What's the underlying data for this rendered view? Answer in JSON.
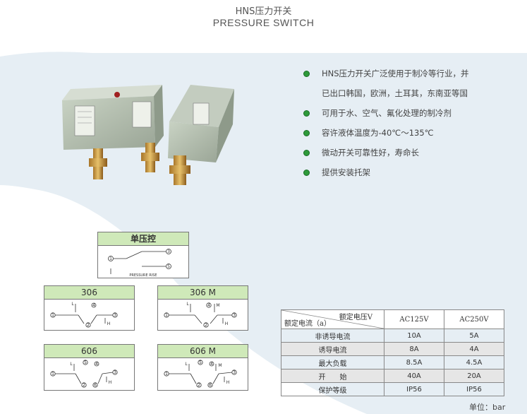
{
  "header": {
    "title_cn": "HNS压力开关",
    "title_en": "PRESSURE SWITCH"
  },
  "features": [
    "HNS压力开关广泛使用于制冷等行业，并",
    "已出口韩国，欧洲，土耳其，东南亚等国",
    "可用于水、空气、氟化处理的制冷剂",
    "容许液体温度为-40℃～135℃",
    "微动开关可靠性好，寿命长",
    "提供安装托架"
  ],
  "diagrams": {
    "single": {
      "title": "单压控",
      "labels": [
        "1",
        "3",
        "5"
      ],
      "caption": "PRESSURE RISE"
    },
    "d306": {
      "title": "306",
      "labels": [
        "1",
        "L",
        "4",
        "3",
        "2",
        "H"
      ]
    },
    "d306m": {
      "title": "306  M",
      "labels": [
        "1",
        "L",
        "4",
        "M",
        "3",
        "2",
        "H"
      ]
    },
    "d606": {
      "title": "606",
      "labels": [
        "1",
        "L",
        "5",
        "4",
        "3",
        "2",
        "6",
        "H"
      ]
    },
    "d606m": {
      "title": "606  M",
      "labels": [
        "1",
        "L",
        "5",
        "4",
        "M",
        "3",
        "2",
        "6",
        "H"
      ]
    }
  },
  "spec_table": {
    "header_voltage": "额定电压V",
    "header_current": "额定电流（a）",
    "col1": "AC125V",
    "col2": "AC250V",
    "rows": [
      {
        "label": "非诱导电流",
        "v1": "10A",
        "v2": "5A"
      },
      {
        "label": "诱导电流",
        "v1": "8A",
        "v2": "4A"
      },
      {
        "label": "最大负载",
        "v1": "8.5A",
        "v2": "4.5A"
      },
      {
        "label": "开　　始",
        "v1": "40A",
        "v2": "20A"
      },
      {
        "label": "保护等级",
        "v1": "IP56",
        "v2": "IP56"
      }
    ]
  },
  "unit": "单位：bar",
  "colors": {
    "header_green": "#cfe9b9",
    "bullet_green": "#2e9a3a",
    "bg_blue": "#e3ecf3"
  }
}
